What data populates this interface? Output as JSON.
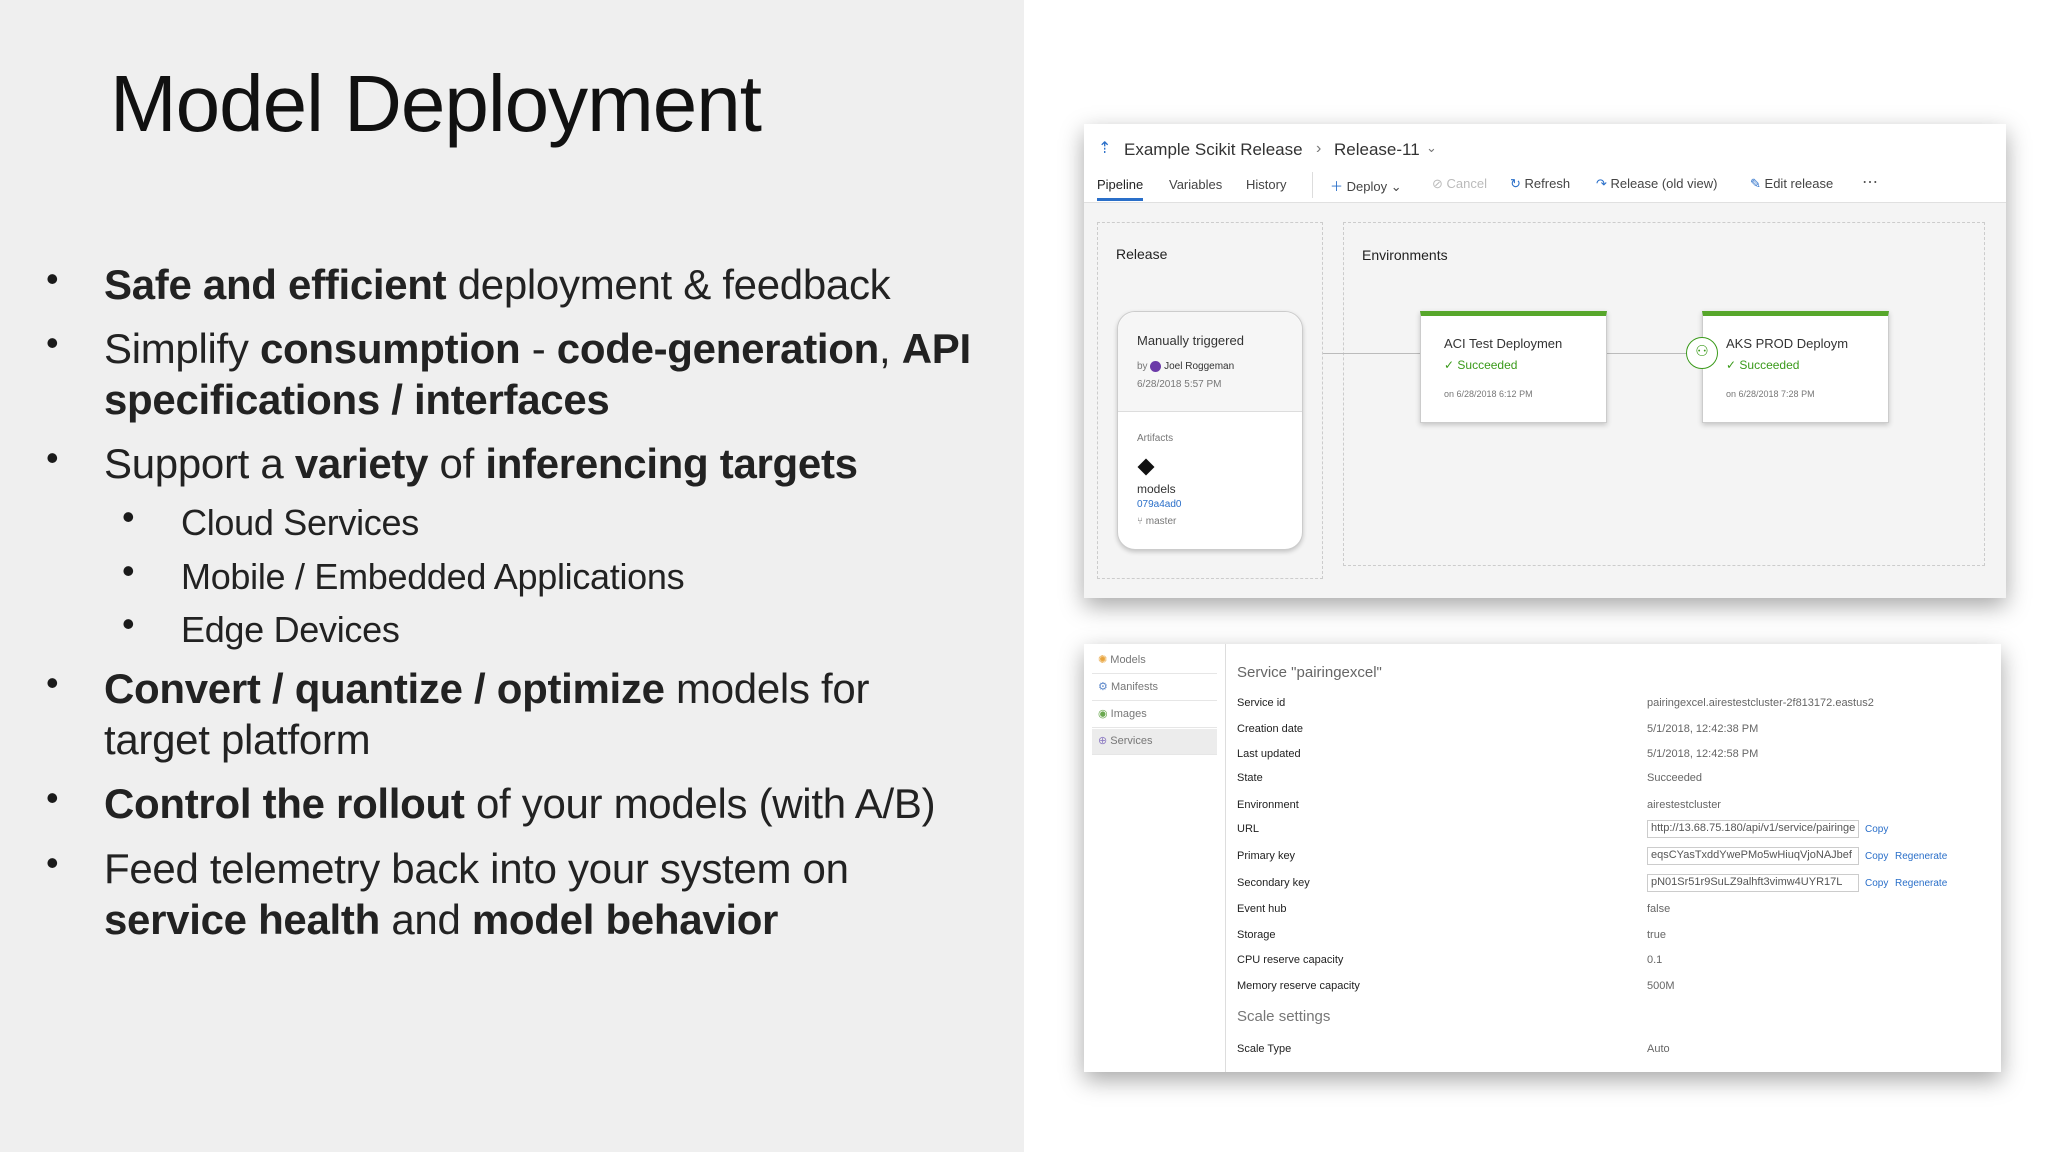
{
  "slide": {
    "title": "Model Deployment",
    "bullets": [
      {
        "bold1": "Safe and efficient",
        "t1": " deployment & feedback"
      },
      {
        "t1": "Simplify ",
        "bold1": "consumption",
        "t2": " - ",
        "bold2": "code-generation",
        "t3": ", ",
        "bold3": "API"
      },
      {
        "bold1": "specifications / interfaces"
      },
      {
        "t1": "Support a ",
        "bold1": "variety",
        "t2": " of ",
        "bold2": "inferencing targets"
      },
      {
        "t1": "Cloud Services"
      },
      {
        "t1": "Mobile / Embedded Applications"
      },
      {
        "t1": "Edge Devices"
      },
      {
        "bold1": "Convert / quantize / optimize",
        "t1": " models for"
      },
      {
        "t1": "target platform"
      },
      {
        "bold1": "Control the rollout",
        "t1": " of your models (with A/B)"
      },
      {
        "t1": "Feed telemetry back into your system on"
      },
      {
        "bold1": "service health",
        "t1": " and ",
        "bold2": "model behavior"
      }
    ]
  },
  "release": {
    "breadcrumb": [
      "Example Scikit Release",
      "Release-11"
    ],
    "tabs": [
      "Pipeline",
      "Variables",
      "History"
    ],
    "toolbar": [
      "Deploy",
      "Cancel",
      "Refresh",
      "Release (old view)",
      "Edit release",
      "⋯"
    ],
    "release_heading": "Release",
    "env_heading": "Environments",
    "trigger": {
      "title": "Manually triggered",
      "by": "by",
      "user": "Joel Roggeman",
      "date": "6/28/2018 5:57 PM",
      "artifacts": "Artifacts",
      "name": "models",
      "commit": "079a4ad0",
      "branch": "master"
    },
    "environments": [
      {
        "name": "ACI Test Deploymen",
        "status": "Succeeded",
        "date": "on 6/28/2018 6:12 PM"
      },
      {
        "name": "AKS PROD Deploym",
        "status": "Succeeded",
        "date": "on 6/28/2018 7:28 PM"
      }
    ],
    "colors": {
      "success": "#3a9a1a",
      "accent": "#2a6fc9"
    }
  },
  "service": {
    "sidebar": [
      "Models",
      "Manifests",
      "Images",
      "Services"
    ],
    "active": "Services",
    "title": "Service \"pairingexcel\"",
    "rows": [
      [
        "Service id",
        "pairingexcel.airestestcluster-2f813172.eastus2"
      ],
      [
        "Creation date",
        "5/1/2018, 12:42:38 PM"
      ],
      [
        "Last updated",
        "5/1/2018, 12:42:58 PM"
      ],
      [
        "State",
        "Succeeded"
      ],
      [
        "Environment",
        "airestestcluster"
      ]
    ],
    "url": {
      "label": "URL",
      "value": "http://13.68.75.180/api/v1/service/pairinge"
    },
    "primary": {
      "label": "Primary key",
      "value": "eqsCYasTxddYwePMo5wHiuqVjoNAJbef"
    },
    "secondary": {
      "label": "Secondary key",
      "value": "pN01Sr51r9SuLZ9alhft3vimw4UYR17L"
    },
    "copy": "Copy",
    "regenerate": "Regenerate",
    "rows2": [
      [
        "Event hub",
        "false"
      ],
      [
        "Storage",
        "true"
      ],
      [
        "CPU reserve capacity",
        "0.1"
      ],
      [
        "Memory reserve capacity",
        "500M"
      ]
    ],
    "scale_title": "Scale settings",
    "scale": [
      "Scale Type",
      "Auto"
    ]
  }
}
